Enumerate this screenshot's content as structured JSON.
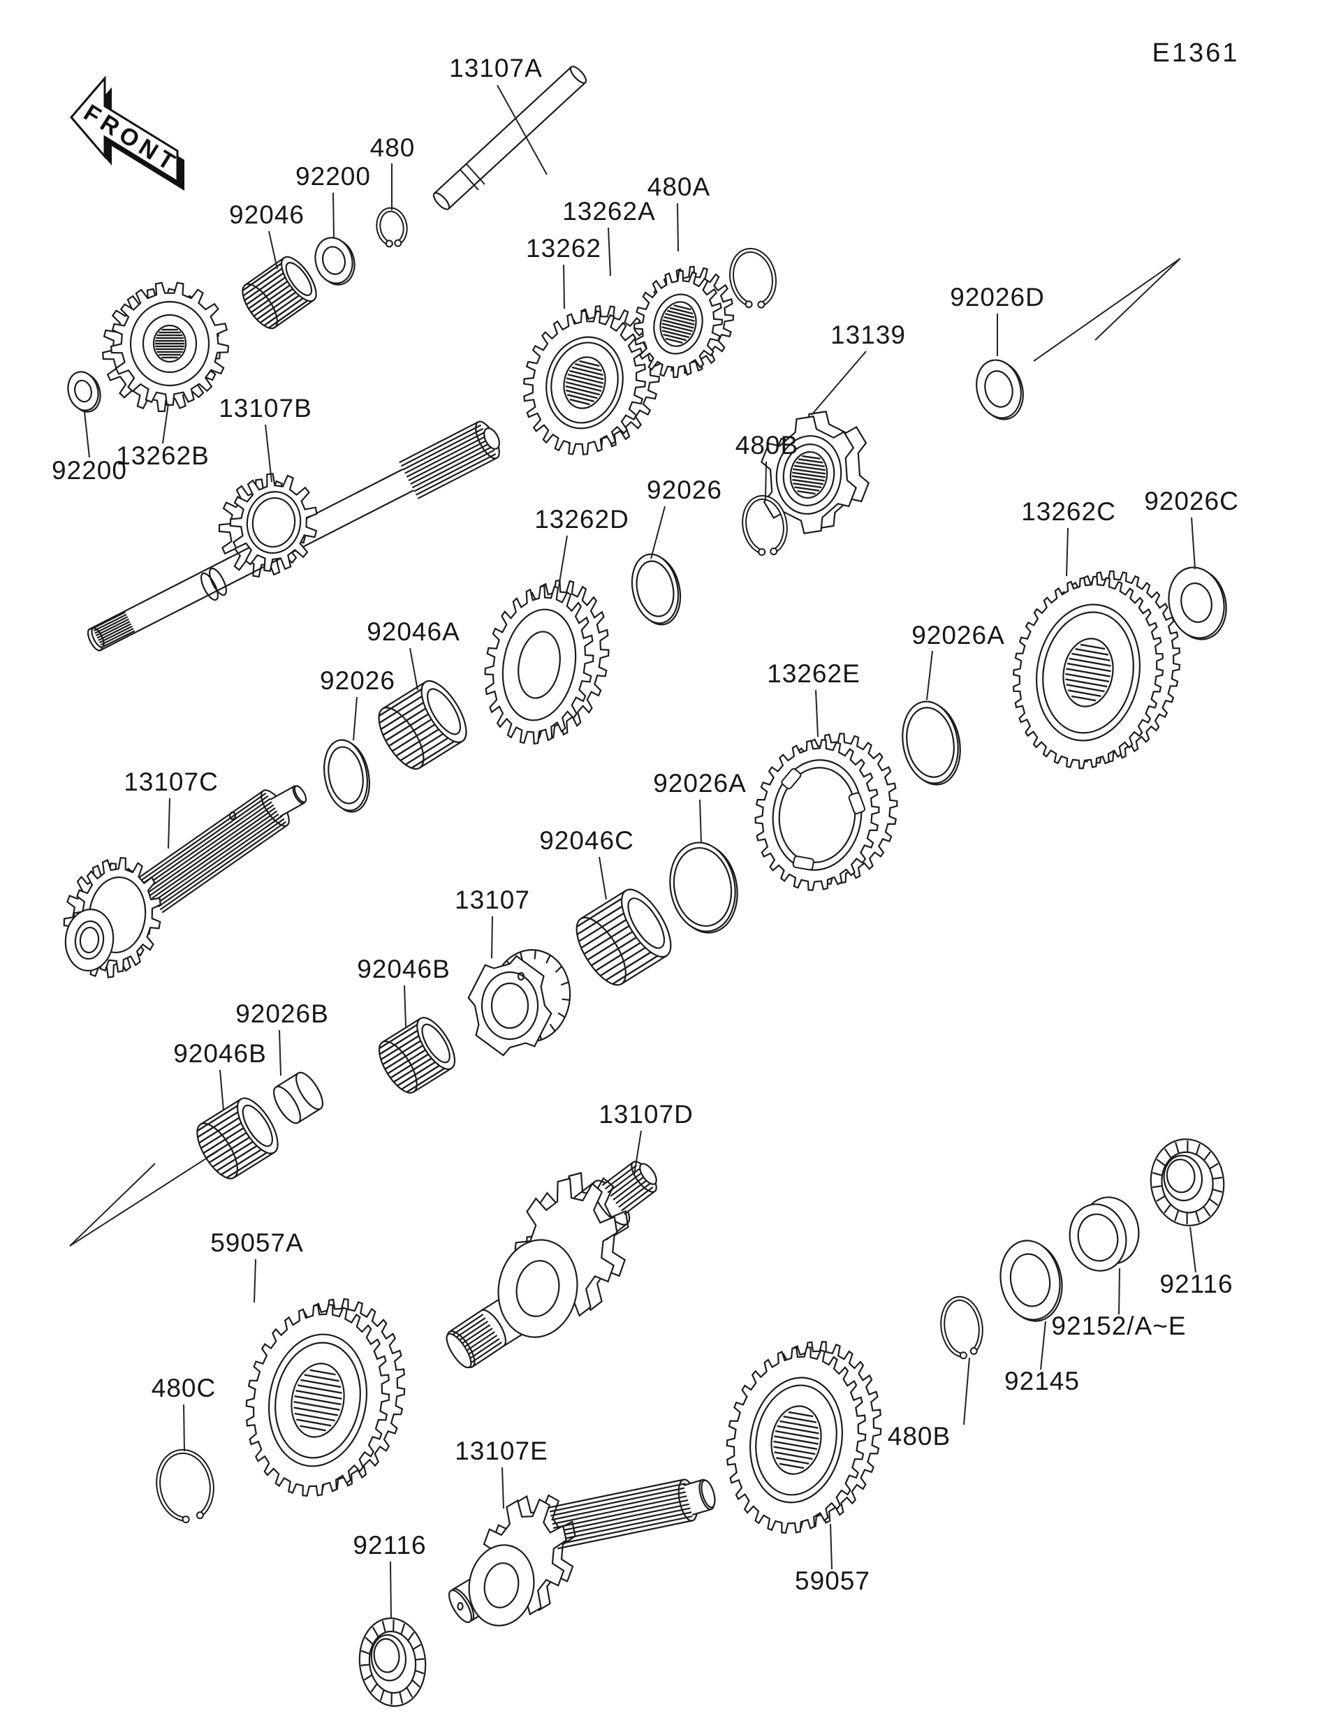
{
  "diagram": {
    "ref_code": "E1361",
    "front_label": "FRONT",
    "labels": [
      {
        "id": "13107A",
        "text": "13107A"
      },
      {
        "id": "480",
        "text": "480"
      },
      {
        "id": "92200-top",
        "text": "92200"
      },
      {
        "id": "92046",
        "text": "92046"
      },
      {
        "id": "13262A",
        "text": "13262A"
      },
      {
        "id": "480A",
        "text": "480A"
      },
      {
        "id": "13262",
        "text": "13262"
      },
      {
        "id": "92026D",
        "text": "92026D"
      },
      {
        "id": "13139",
        "text": "13139"
      },
      {
        "id": "92200-left",
        "text": "92200"
      },
      {
        "id": "13262B",
        "text": "13262B"
      },
      {
        "id": "13107B",
        "text": "13107B"
      },
      {
        "id": "480B-upper",
        "text": "480B"
      },
      {
        "id": "92026-upper",
        "text": "92026"
      },
      {
        "id": "13262D",
        "text": "13262D"
      },
      {
        "id": "13262C",
        "text": "13262C"
      },
      {
        "id": "92026C",
        "text": "92026C"
      },
      {
        "id": "92026A-right",
        "text": "92026A"
      },
      {
        "id": "92046A",
        "text": "92046A"
      },
      {
        "id": "92026-mid",
        "text": "92026"
      },
      {
        "id": "13262E",
        "text": "13262E"
      },
      {
        "id": "13107C",
        "text": "13107C"
      },
      {
        "id": "92026A-center",
        "text": "92026A"
      },
      {
        "id": "92046C",
        "text": "92046C"
      },
      {
        "id": "13107",
        "text": "13107"
      },
      {
        "id": "92046B-upper",
        "text": "92046B"
      },
      {
        "id": "92026B",
        "text": "92026B"
      },
      {
        "id": "92046B-lower",
        "text": "92046B"
      },
      {
        "id": "13107D",
        "text": "13107D"
      },
      {
        "id": "59057A",
        "text": "59057A"
      },
      {
        "id": "480C",
        "text": "480C"
      },
      {
        "id": "92116-right",
        "text": "92116"
      },
      {
        "id": "92152",
        "text": "92152/A~E"
      },
      {
        "id": "92145",
        "text": "92145"
      },
      {
        "id": "480B-bottom",
        "text": "480B"
      },
      {
        "id": "13107E",
        "text": "13107E"
      },
      {
        "id": "92116-bottom",
        "text": "92116"
      },
      {
        "id": "59057",
        "text": "59057"
      }
    ]
  }
}
